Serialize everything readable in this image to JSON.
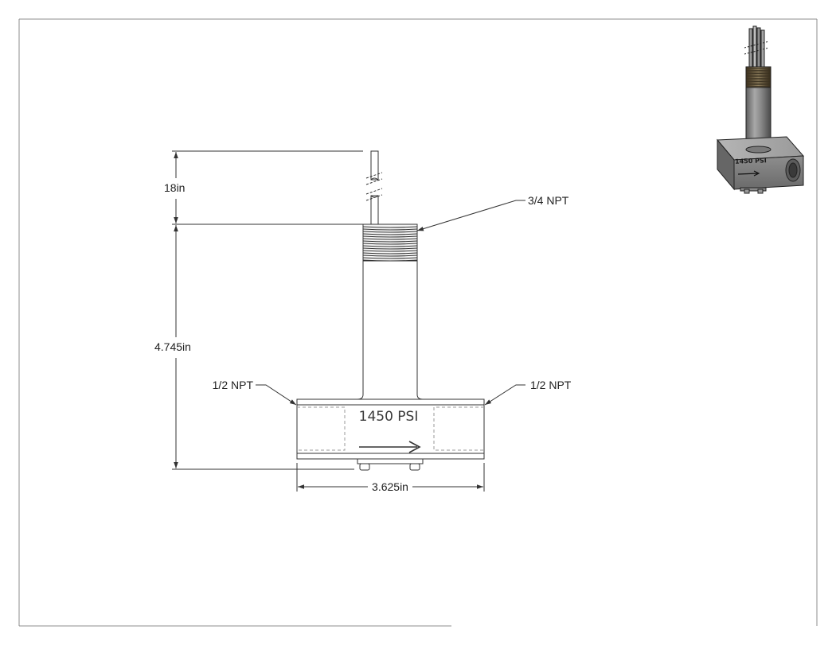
{
  "drawing": {
    "dimensions": {
      "cable_length": "18in",
      "overall_height": "4.745in",
      "body_width": "3.625in"
    },
    "callouts": {
      "top_thread": "3/4 NPT",
      "left_port": "1/2 NPT",
      "right_port": "1/2 NPT"
    },
    "body_marking": "1450 PSI",
    "iso_marking": "1450 PSI",
    "colors": {
      "line": "#333333",
      "frame": "#8c8c8c",
      "iso_body": "#7a7a7a",
      "iso_thread": "#5a4a30"
    }
  }
}
